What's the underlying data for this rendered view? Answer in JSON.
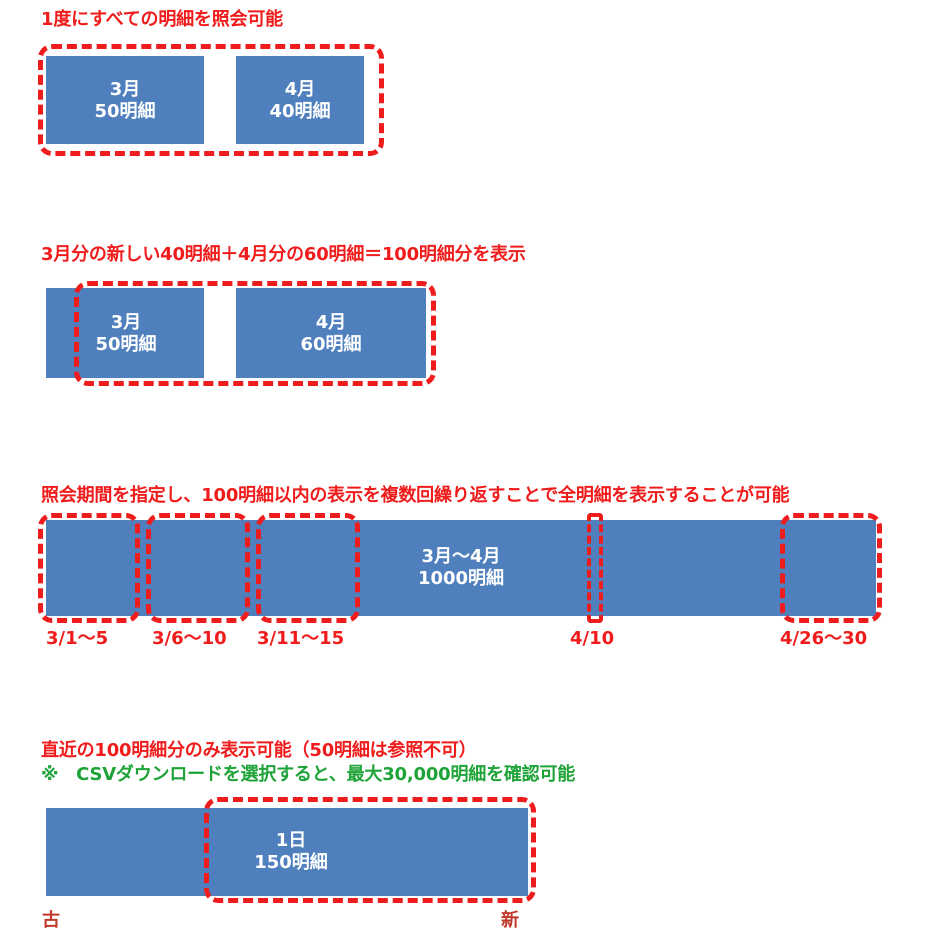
{
  "section1": {
    "heading": "1度にすべての明細を照会可能",
    "box_a": {
      "line1": "3月",
      "line2": "50明細"
    },
    "box_b": {
      "line1": "4月",
      "line2": "40明細"
    }
  },
  "section2": {
    "heading": "3月分の新しい40明細＋4月分の60明細＝100明細分を表示",
    "box_a": {
      "line1": "3月",
      "line2": "50明細"
    },
    "box_b": {
      "line1": "4月",
      "line2": "60明細"
    }
  },
  "section3": {
    "heading": "照会期間を指定し、100明細以内の表示を複数回繰り返すことで全明細を表示することが可能",
    "bar": {
      "line1": "3月～4月",
      "line2": "1000明細"
    },
    "ranges": [
      "3/1～5",
      "3/6～10",
      "3/11～15",
      "4/10",
      "4/26～30"
    ]
  },
  "section4": {
    "heading": "直近の100明細分のみ表示可能（50明細は参照不可）",
    "note": "※　CSVダウンロードを選択すると、最大30,000明細を確認可能",
    "bar": {
      "line1": "1日",
      "line2": "150明細"
    },
    "left_label": "古",
    "right_label": "新"
  },
  "colors": {
    "block": "#4f80bd",
    "accent_red": "#ee1c1c",
    "note_green": "#1ea338"
  }
}
